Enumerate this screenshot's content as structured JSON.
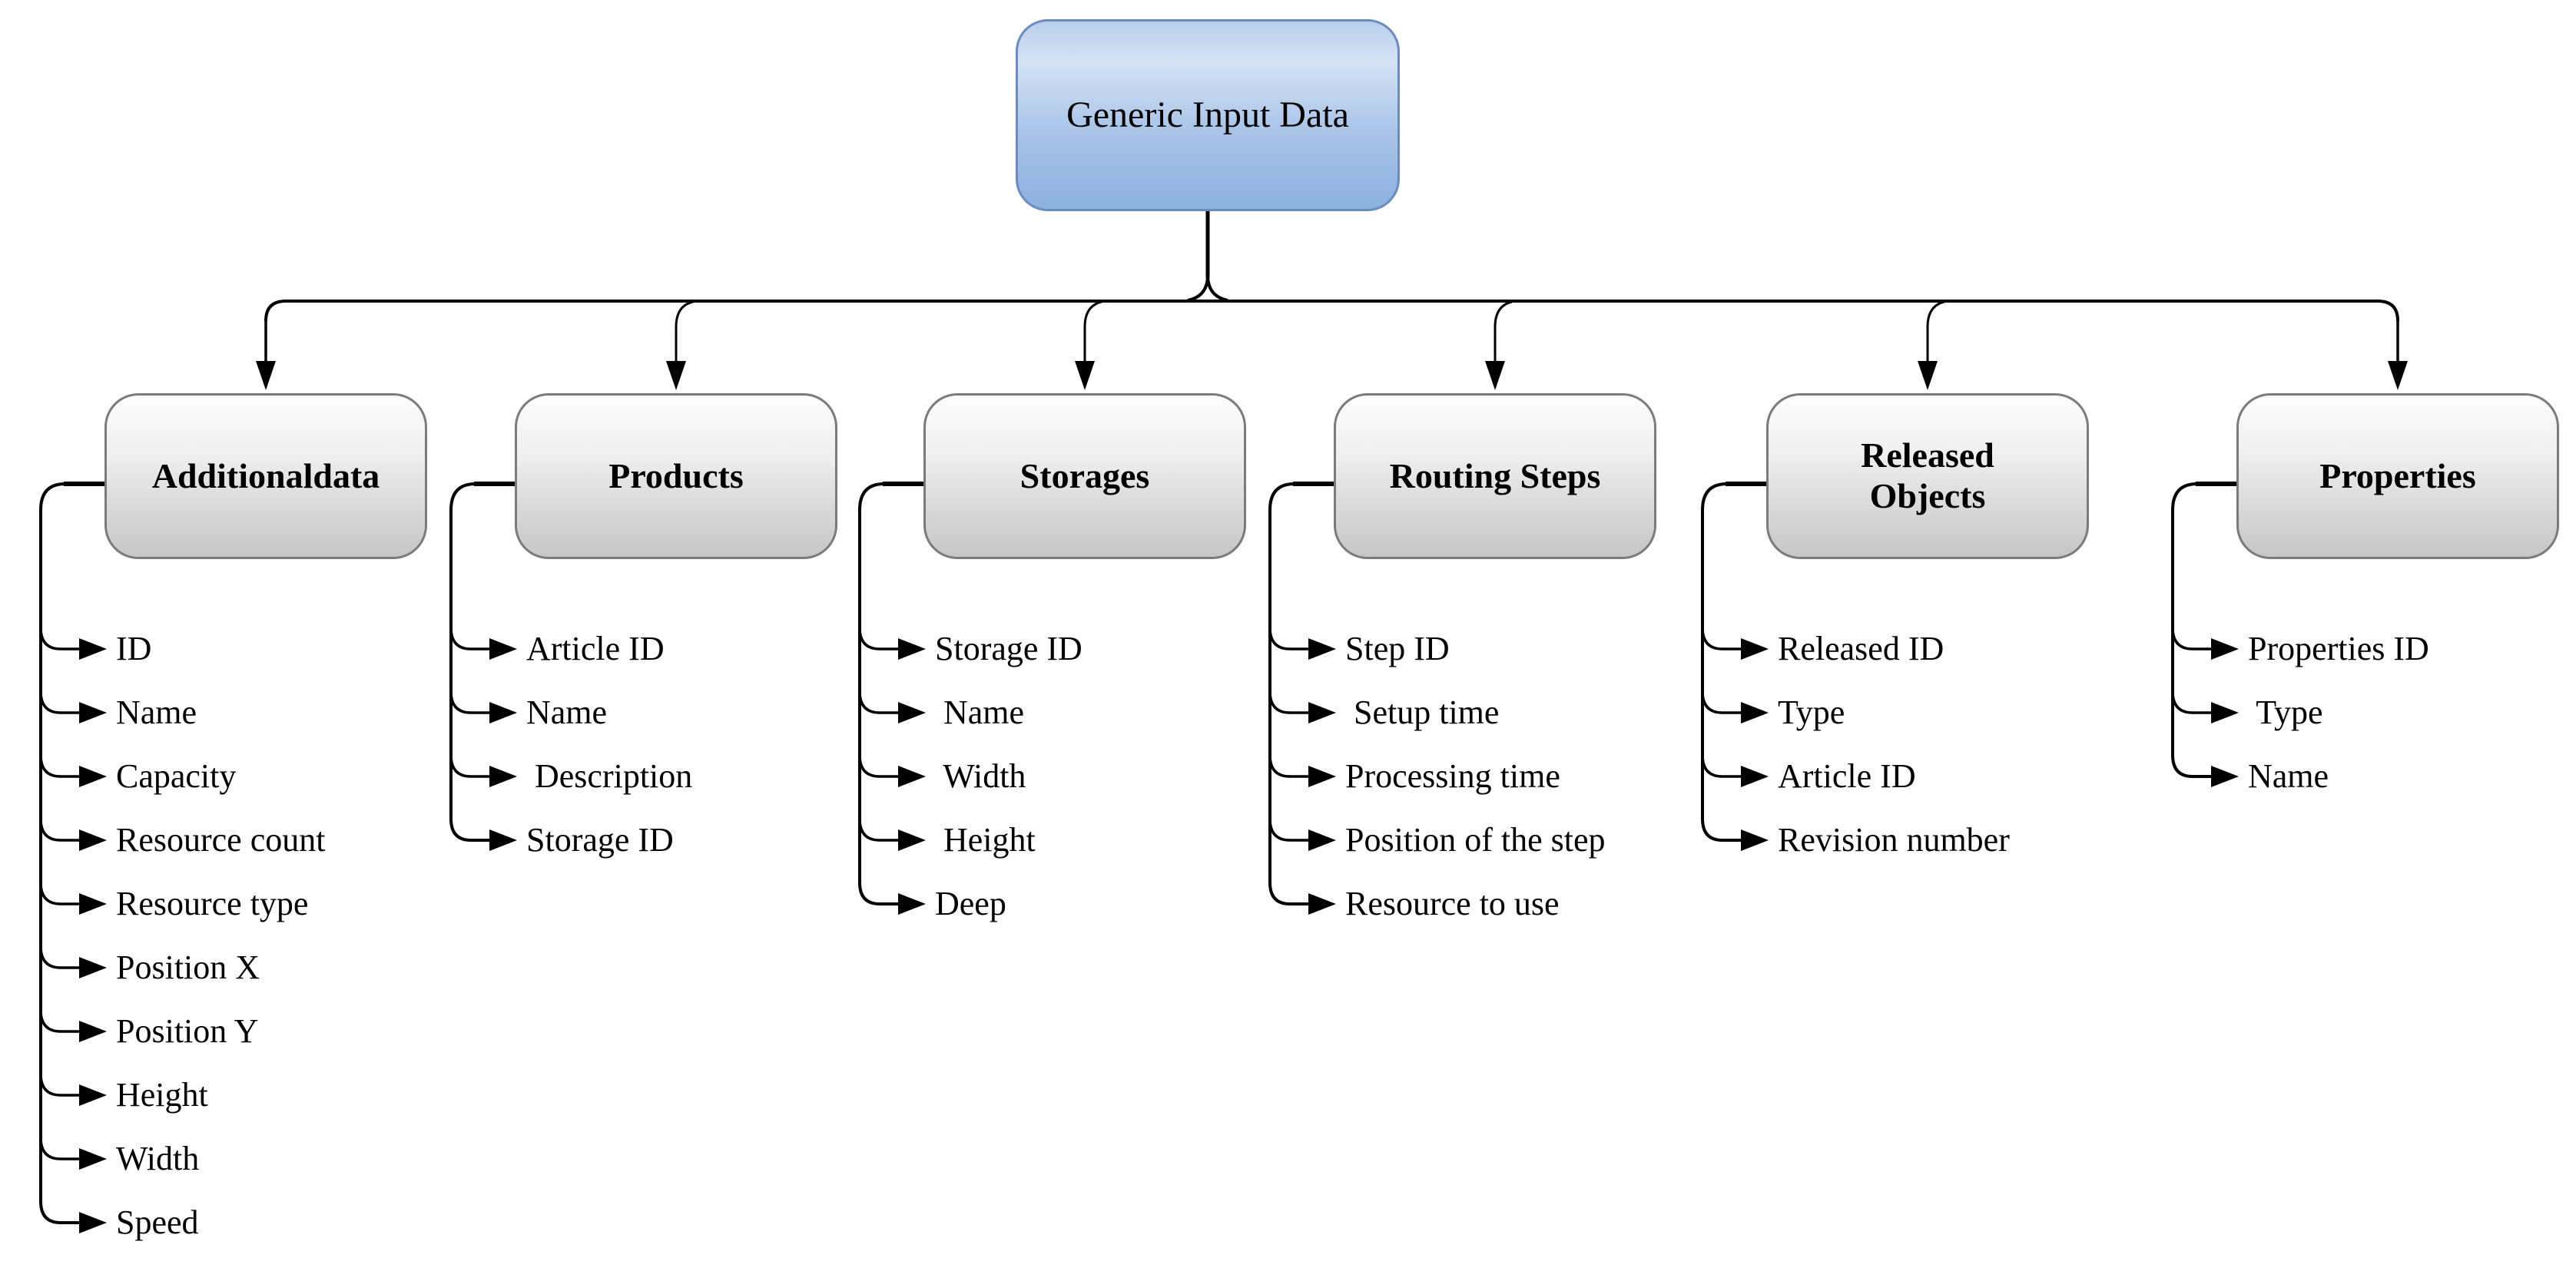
{
  "diagram": {
    "root": {
      "label": "Generic Input Data"
    },
    "children": [
      {
        "label": "Additionaldata",
        "attributes": [
          "ID",
          "Name",
          "Capacity",
          "Resource count",
          "Resource type",
          "Position X",
          "Position Y",
          "Height",
          "Width",
          "Speed"
        ]
      },
      {
        "label": "Products",
        "attributes": [
          "Article ID",
          "Name",
          " Description",
          "Storage ID"
        ]
      },
      {
        "label": "Storages",
        "attributes": [
          "Storage ID",
          " Name",
          " Width",
          " Height",
          "Deep"
        ]
      },
      {
        "label": "Routing Steps",
        "attributes": [
          "Step ID",
          " Setup time",
          "Processing time",
          "Position of the step",
          "Resource to use"
        ]
      },
      {
        "label": "Released\nObjects",
        "attributes": [
          "Released ID",
          "Type",
          "Article ID",
          "Revision number"
        ]
      },
      {
        "label": "Properties",
        "attributes": [
          "Properties ID",
          " Type",
          "Name"
        ]
      }
    ],
    "colors": {
      "line": "#000000",
      "root_border": "#6b8cbc",
      "root_fill_top": "#b9cfeb",
      "root_fill_light": "#d5e2f4",
      "root_fill_mid": "#a8c3e7",
      "root_fill_bottom": "#8db0de",
      "child_border": "#7b7b7b",
      "child_fill_top": "#fdfdfd",
      "child_fill_light": "#f0f0f0",
      "child_fill_mid": "#dcdcdc",
      "child_fill_bottom": "#c6c6c6"
    }
  }
}
